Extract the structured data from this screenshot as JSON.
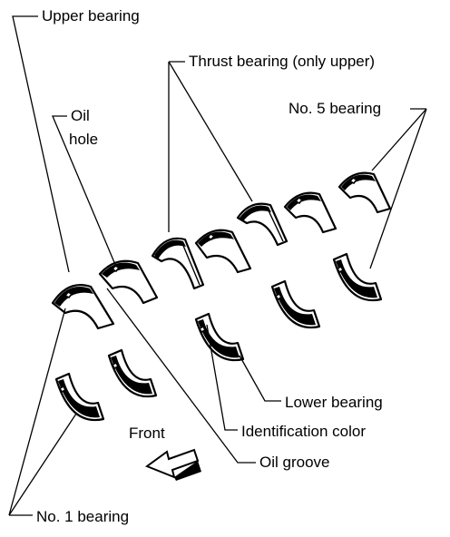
{
  "labels": {
    "upper_bearing": "Upper bearing",
    "thrust_bearing": "Thrust bearing (only upper)",
    "oil": "Oil",
    "hole": "hole",
    "no5_bearing": "No. 5 bearing",
    "front": "Front",
    "lower_bearing": "Lower bearing",
    "identification_color": "Identification color",
    "oil_groove": "Oil groove",
    "no1_bearing": "No. 1 bearing"
  }
}
